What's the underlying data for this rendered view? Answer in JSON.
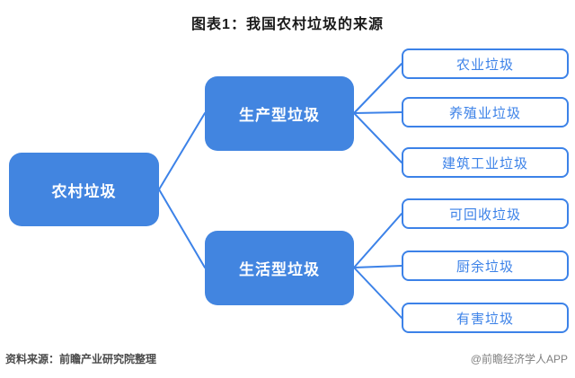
{
  "title": "图表1：我国农村垃圾的来源",
  "diagram": {
    "root_label": "农村垃圾",
    "branches": [
      {
        "label": "生产型垃圾",
        "children": [
          "农业垃圾",
          "养殖业垃圾",
          "建筑工业垃圾"
        ]
      },
      {
        "label": "生活型垃圾",
        "children": [
          "可回收垃圾",
          "厨余垃圾",
          "有害垃圾"
        ]
      }
    ]
  },
  "footer": {
    "source": "资料来源：前瞻产业研究院整理",
    "watermark": "@前瞻经济学人APP"
  },
  "colors": {
    "background": "#ffffff",
    "node_fill": "#4285e0",
    "node_text": "#ffffff",
    "leaf_border": "#3c82e8",
    "leaf_text": "#3c82e8",
    "line": "#3c82e8",
    "title_text": "#1a1a1a",
    "source_text": "#4a4a4a",
    "watermark_text": "#808080"
  }
}
